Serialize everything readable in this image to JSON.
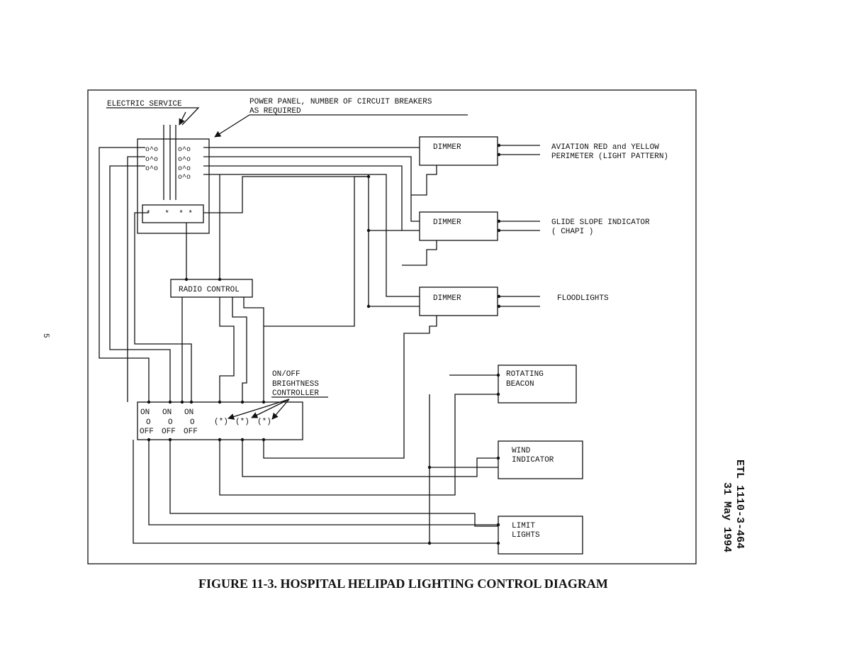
{
  "page_number": "5",
  "labels": {
    "electric_service": "ELECTRIC SERVICE",
    "power_panel_line1": "POWER PANEL, NUMBER OF CIRCUIT BREAKERS",
    "power_panel_line2": "AS REQUIRED",
    "radio_control": "RADIO CONTROL",
    "dimmer": "DIMMER",
    "brightness_line1": "ON/OFF",
    "brightness_line2": "BRIGHTNESS",
    "brightness_line3": "CONTROLLER"
  },
  "breaker_strip": "*   *  * *",
  "switches": [
    {
      "top": "ON",
      "mid": "O",
      "bottom": "OFF"
    },
    {
      "top": "ON",
      "mid": "O",
      "bottom": "OFF"
    },
    {
      "top": "ON",
      "mid": "O",
      "bottom": "OFF"
    }
  ],
  "brightness_markers": [
    "(*)",
    "(*)",
    "(*)"
  ],
  "outputs": {
    "aviation_line1": "AVIATION RED and YELLOW",
    "aviation_line2": "PERIMETER (LIGHT PATTERN)",
    "glide_line1": "GLIDE SLOPE INDICATOR",
    "glide_line2": "( CHAPI )",
    "floodlights": "FLOODLIGHTS"
  },
  "boxes": {
    "rotating_line1": "ROTATING",
    "rotating_line2": "BEACON",
    "wind_line1": "WIND",
    "wind_line2": "INDICATOR",
    "limit_line1": "LIMIT",
    "limit_line2": "LIGHTS"
  },
  "caption": "FIGURE 11-3. HOSPITAL HELIPAD LIGHTING CONTROL DIAGRAM",
  "doc_id": "ETL 1110-3-464",
  "doc_date": "31 May 1994"
}
